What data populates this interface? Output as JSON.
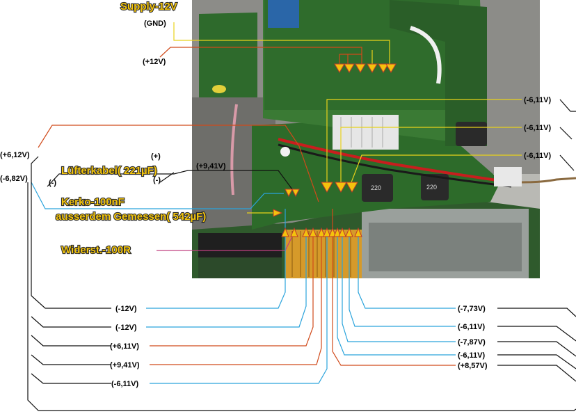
{
  "headings": {
    "supply": "Supply-12V",
    "fan_cable": "Lüfterkabel( 221µF)",
    "ceramic_cap": "Kerko-100nF",
    "also_measured": "ausserdem Gemessen( 542µF)",
    "resistor": "Widerst.-100R"
  },
  "supply_labels": {
    "gnd": "(GND)",
    "plus12": "(+12V)"
  },
  "fan_labels": {
    "plus": "(+)",
    "minus": "(-)"
  },
  "left_labels": {
    "v1": "(+6,12V)",
    "v2": "(-6,82V)",
    "minus": "(-)",
    "v941": "(+9,41V)"
  },
  "right_top_labels": [
    "(-6,11V)",
    "(-6,11V)",
    "(-6,11V)"
  ],
  "bottom_left_labels": [
    "(-12V)",
    "(-12V)",
    "(+6,11V)",
    "(+9,41V)",
    "(-6,11V)"
  ],
  "bottom_right_labels": [
    "(-7,73V)",
    "(-6,11V)",
    "(-7,87V)",
    "(-6,11V)",
    "(+8,57V)"
  ],
  "chip_labels": {
    "c1": "220",
    "c2": "220"
  }
}
